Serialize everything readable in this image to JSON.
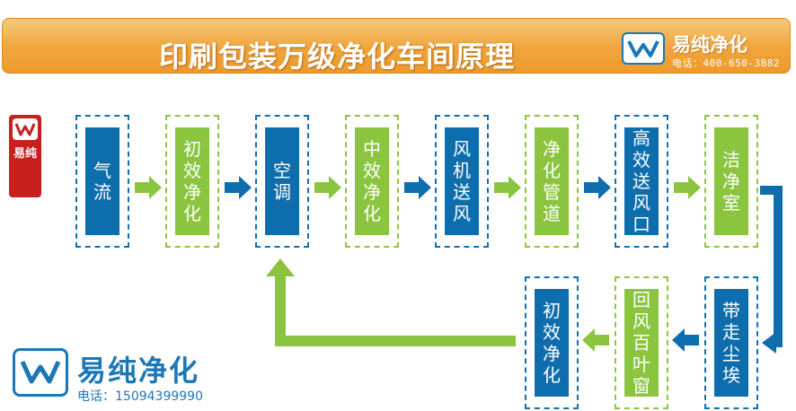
{
  "header": {
    "title": "印刷包装万级净化车间原理",
    "brand": "易纯净化",
    "phone": "电话：400-650-3882"
  },
  "seal": {
    "text": "易纯"
  },
  "steps": [
    {
      "label": "气流",
      "color": "blue"
    },
    {
      "label": "初效净化",
      "color": "green"
    },
    {
      "label": "空调",
      "color": "blue"
    },
    {
      "label": "中效净化",
      "color": "green"
    },
    {
      "label": "风机送风",
      "color": "blue"
    },
    {
      "label": "净化管道",
      "color": "green"
    },
    {
      "label": "高效送风口",
      "color": "blue"
    },
    {
      "label": "洁净室",
      "color": "green"
    },
    {
      "label": "带走尘埃",
      "color": "blue"
    },
    {
      "label": "回风百叶窗",
      "color": "green"
    },
    {
      "label": "初效净化",
      "color": "blue"
    }
  ],
  "footer": {
    "brand": "易纯净化",
    "phone": "电话：15094399990"
  },
  "colors": {
    "blue": "#0e6ead",
    "green": "#8bc53f",
    "banner_orange": "#f0a53a",
    "seal_red": "#c8201e"
  }
}
